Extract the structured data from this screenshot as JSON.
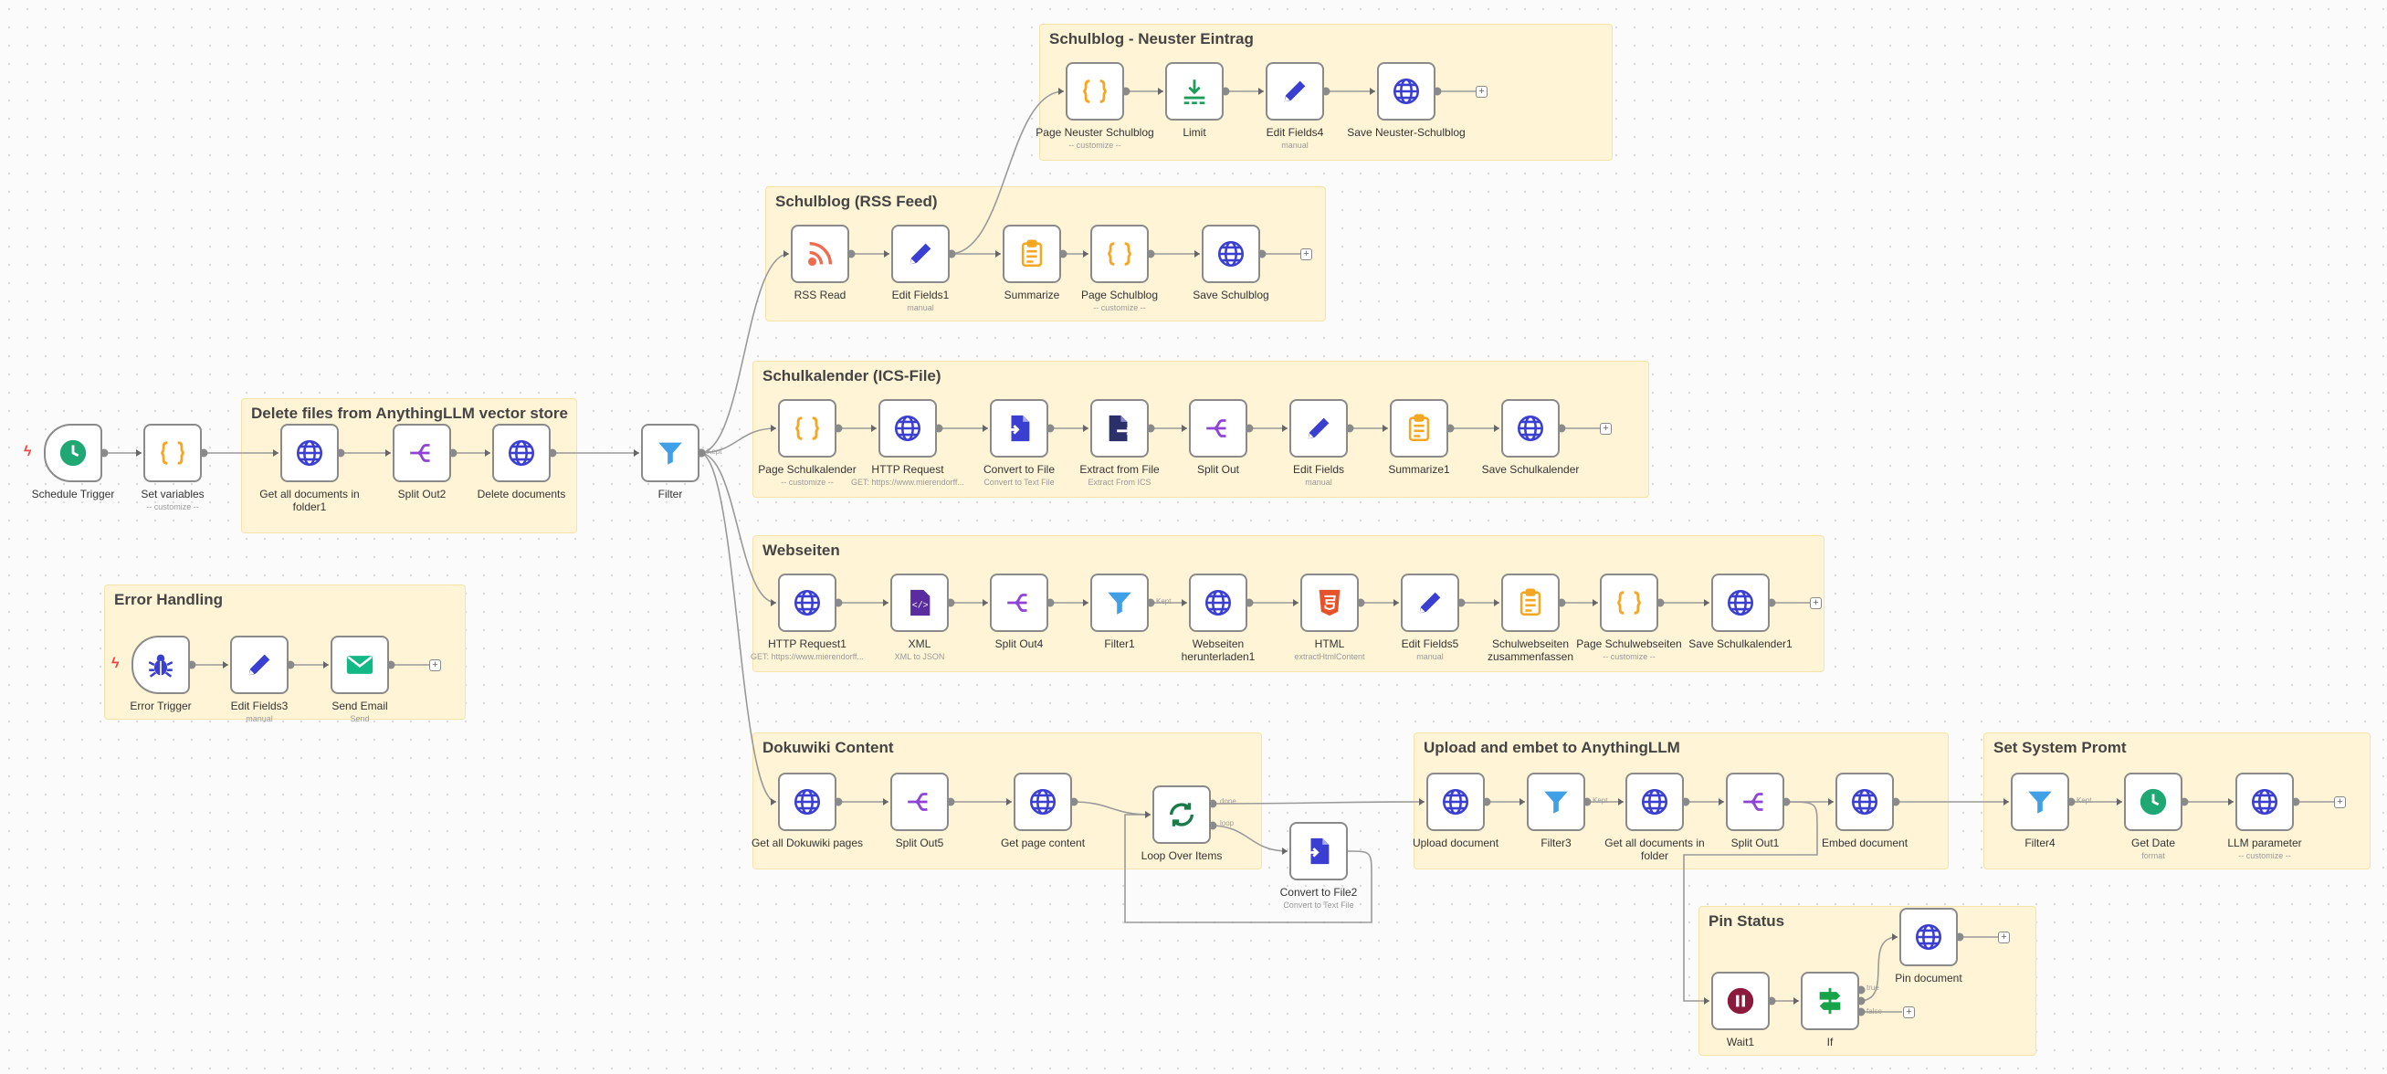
{
  "stickies": [
    {
      "id": "s1",
      "title": "Schulblog - Neuster Eintrag"
    },
    {
      "id": "s2",
      "title": "Schulblog (RSS Feed)"
    },
    {
      "id": "s3",
      "title": "Schulkalender (ICS-File)"
    },
    {
      "id": "s4",
      "title": "Delete files from AnythingLLM vector store"
    },
    {
      "id": "s5",
      "title": "Webseiten"
    },
    {
      "id": "s6",
      "title": "Error Handling"
    },
    {
      "id": "s7",
      "title": "Dokuwiki Content"
    },
    {
      "id": "s8",
      "title": "Upload and embet to AnythingLLM"
    },
    {
      "id": "s9",
      "title": "Set System Promt"
    },
    {
      "id": "s10",
      "title": "Pin Status"
    }
  ],
  "nodes": [
    {
      "id": "schedule",
      "label": "Schedule Trigger",
      "icon": "clock-icon"
    },
    {
      "id": "setvars",
      "label": "Set variables",
      "sub": "-- customize --",
      "icon": "code-icon"
    },
    {
      "id": "getalldocs1",
      "label": "Get all documents in folder1",
      "icon": "globe-icon"
    },
    {
      "id": "split2",
      "label": "Split Out2",
      "icon": "split-icon"
    },
    {
      "id": "deletedocs",
      "label": "Delete documents",
      "icon": "globe-icon"
    },
    {
      "id": "filter",
      "label": "Filter",
      "icon": "filter-icon"
    },
    {
      "id": "errtrigger",
      "label": "Error Trigger",
      "icon": "bug-icon"
    },
    {
      "id": "edit3",
      "label": "Edit Fields3",
      "sub": "manual",
      "icon": "pencil-icon"
    },
    {
      "id": "sendemail",
      "label": "Send Email",
      "sub": "Send",
      "icon": "mail-icon"
    },
    {
      "id": "pageneuster",
      "label": "Page Neuster Schulblog",
      "sub": "-- customize --",
      "icon": "code-icon"
    },
    {
      "id": "limit",
      "label": "Limit",
      "icon": "limit-icon"
    },
    {
      "id": "edit4",
      "label": "Edit Fields4",
      "sub": "manual",
      "icon": "pencil-icon"
    },
    {
      "id": "saveneuster",
      "label": "Save Neuster-Schulblog",
      "icon": "globe-icon"
    },
    {
      "id": "rss",
      "label": "RSS Read",
      "icon": "rss-icon"
    },
    {
      "id": "edit1",
      "label": "Edit Fields1",
      "sub": "manual",
      "icon": "pencil-icon"
    },
    {
      "id": "summarize",
      "label": "Summarize",
      "icon": "summarize-icon"
    },
    {
      "id": "pageschulblog",
      "label": "Page Schulblog",
      "sub": "-- customize --",
      "icon": "code-icon"
    },
    {
      "id": "saveschulblog",
      "label": "Save Schulblog",
      "icon": "globe-icon"
    },
    {
      "id": "pagekal",
      "label": "Page Schulkalender",
      "sub": "-- customize --",
      "icon": "code-icon"
    },
    {
      "id": "httpreq",
      "label": "HTTP Request",
      "sub": "GET: https://www.mierendorff...",
      "icon": "globe-icon"
    },
    {
      "id": "convfile",
      "label": "Convert to File",
      "sub": "Convert to Text File",
      "icon": "convert-icon"
    },
    {
      "id": "extract",
      "label": "Extract from File",
      "sub": "Extract From ICS",
      "icon": "extract-icon"
    },
    {
      "id": "splitout",
      "label": "Split Out",
      "icon": "split-icon"
    },
    {
      "id": "editfields",
      "label": "Edit Fields",
      "sub": "manual",
      "icon": "pencil-icon"
    },
    {
      "id": "summarize1",
      "label": "Summarize1",
      "icon": "summarize-icon"
    },
    {
      "id": "savekal",
      "label": "Save Schulkalender",
      "icon": "globe-icon"
    },
    {
      "id": "httpreq1",
      "label": "HTTP Request1",
      "sub": "GET: https://www.mierendorff...",
      "icon": "globe-icon"
    },
    {
      "id": "xml",
      "label": "XML",
      "sub": "XML to JSON",
      "icon": "xml-icon"
    },
    {
      "id": "split4",
      "label": "Split Out4",
      "icon": "split-icon"
    },
    {
      "id": "filter1",
      "label": "Filter1",
      "icon": "filter-icon"
    },
    {
      "id": "webdl",
      "label": "Webseiten herunterladen1",
      "icon": "globe-icon"
    },
    {
      "id": "html",
      "label": "HTML",
      "sub": "extractHtmlContent",
      "icon": "html-icon"
    },
    {
      "id": "edit5",
      "label": "Edit Fields5",
      "sub": "manual",
      "icon": "pencil-icon"
    },
    {
      "id": "webzus",
      "label": "Schulwebseiten zusammenfassen",
      "icon": "summarize-icon"
    },
    {
      "id": "pagewebs",
      "label": "Page Schulwebseiten",
      "sub": "-- customize --",
      "icon": "code-icon"
    },
    {
      "id": "savekal1",
      "label": "Save Schulkalender1",
      "icon": "globe-icon"
    },
    {
      "id": "getdoku",
      "label": "Get all Dokuwiki pages",
      "icon": "globe-icon"
    },
    {
      "id": "split5",
      "label": "Split Out5",
      "icon": "split-icon"
    },
    {
      "id": "getpage",
      "label": "Get page content",
      "icon": "globe-icon"
    },
    {
      "id": "loop",
      "label": "Loop Over Items",
      "icon": "loop-icon"
    },
    {
      "id": "convfile2",
      "label": "Convert to File2",
      "sub": "Convert to Text File",
      "icon": "convert-icon"
    },
    {
      "id": "upload",
      "label": "Upload document",
      "icon": "globe-icon"
    },
    {
      "id": "filter3",
      "label": "Filter3",
      "icon": "filter-icon"
    },
    {
      "id": "getalldocs",
      "label": "Get all documents in folder",
      "icon": "globe-icon"
    },
    {
      "id": "split1",
      "label": "Split Out1",
      "icon": "split-icon"
    },
    {
      "id": "embed",
      "label": "Embed document",
      "icon": "globe-icon"
    },
    {
      "id": "filter4",
      "label": "Filter4",
      "icon": "filter-icon"
    },
    {
      "id": "getdate",
      "label": "Get Date",
      "sub": "format",
      "icon": "clock-icon"
    },
    {
      "id": "llmparam",
      "label": "LLM parameter",
      "sub": "-- customize --",
      "icon": "globe-icon"
    },
    {
      "id": "wait1",
      "label": "Wait1",
      "icon": "pause-icon"
    },
    {
      "id": "if",
      "label": "If",
      "icon": "if-icon"
    },
    {
      "id": "pindoc",
      "label": "Pin document",
      "icon": "globe-icon"
    }
  ],
  "edge_labels": {
    "filter_kept": "Kept",
    "filter1_kept": "Kept",
    "filter3_kept": "Kept",
    "filter4_kept": "Kept",
    "loop_done": "done",
    "loop_loop": "loop",
    "if_true": "true",
    "if_false": "false"
  },
  "colors": {
    "sticky_bg": "#fff5d6",
    "globe": "#3b3fd1",
    "code": "#f5a623",
    "pencil": "#3b3fd1",
    "split": "#8e44d6",
    "filter": "#3fa0e8",
    "clock": "#1fa774",
    "rss": "#f26b4f",
    "html": "#e8522b",
    "mail": "#12b886",
    "pause": "#8b1a3c",
    "if": "#16a34a",
    "loop": "#1b7a4a"
  }
}
